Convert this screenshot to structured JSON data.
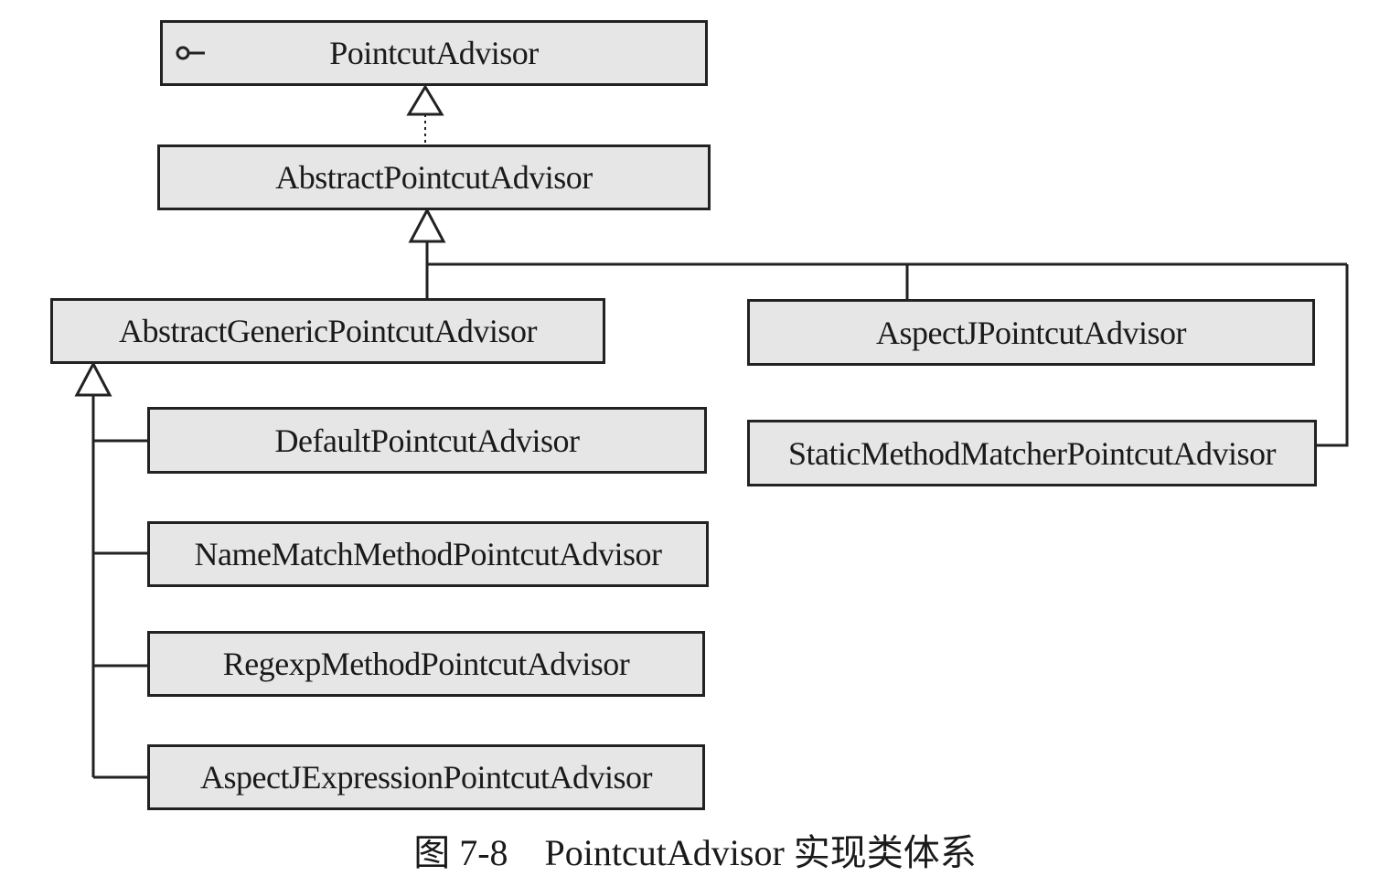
{
  "diagram": {
    "classes": {
      "pointcut_advisor": "PointcutAdvisor",
      "abstract_pointcut_advisor": "AbstractPointcutAdvisor",
      "abstract_generic_pointcut_advisor": "AbstractGenericPointcutAdvisor",
      "aspectj_pointcut_advisor": "AspectJPointcutAdvisor",
      "static_method_matcher_pointcut_advisor": "StaticMethodMatcherPointcutAdvisor",
      "default_pointcut_advisor": "DefaultPointcutAdvisor",
      "name_match_method_pointcut_advisor": "NameMatchMethodPointcutAdvisor",
      "regexp_method_pointcut_advisor": "RegexpMethodPointcutAdvisor",
      "aspectj_expression_pointcut_advisor": "AspectJExpressionPointcutAdvisor"
    },
    "caption": "图 7-8    PointcutAdvisor 实现类体系",
    "interface_icon": "interface-lollipop-icon",
    "colors": {
      "box_fill": "#e6e6e6",
      "line": "#222222"
    }
  }
}
